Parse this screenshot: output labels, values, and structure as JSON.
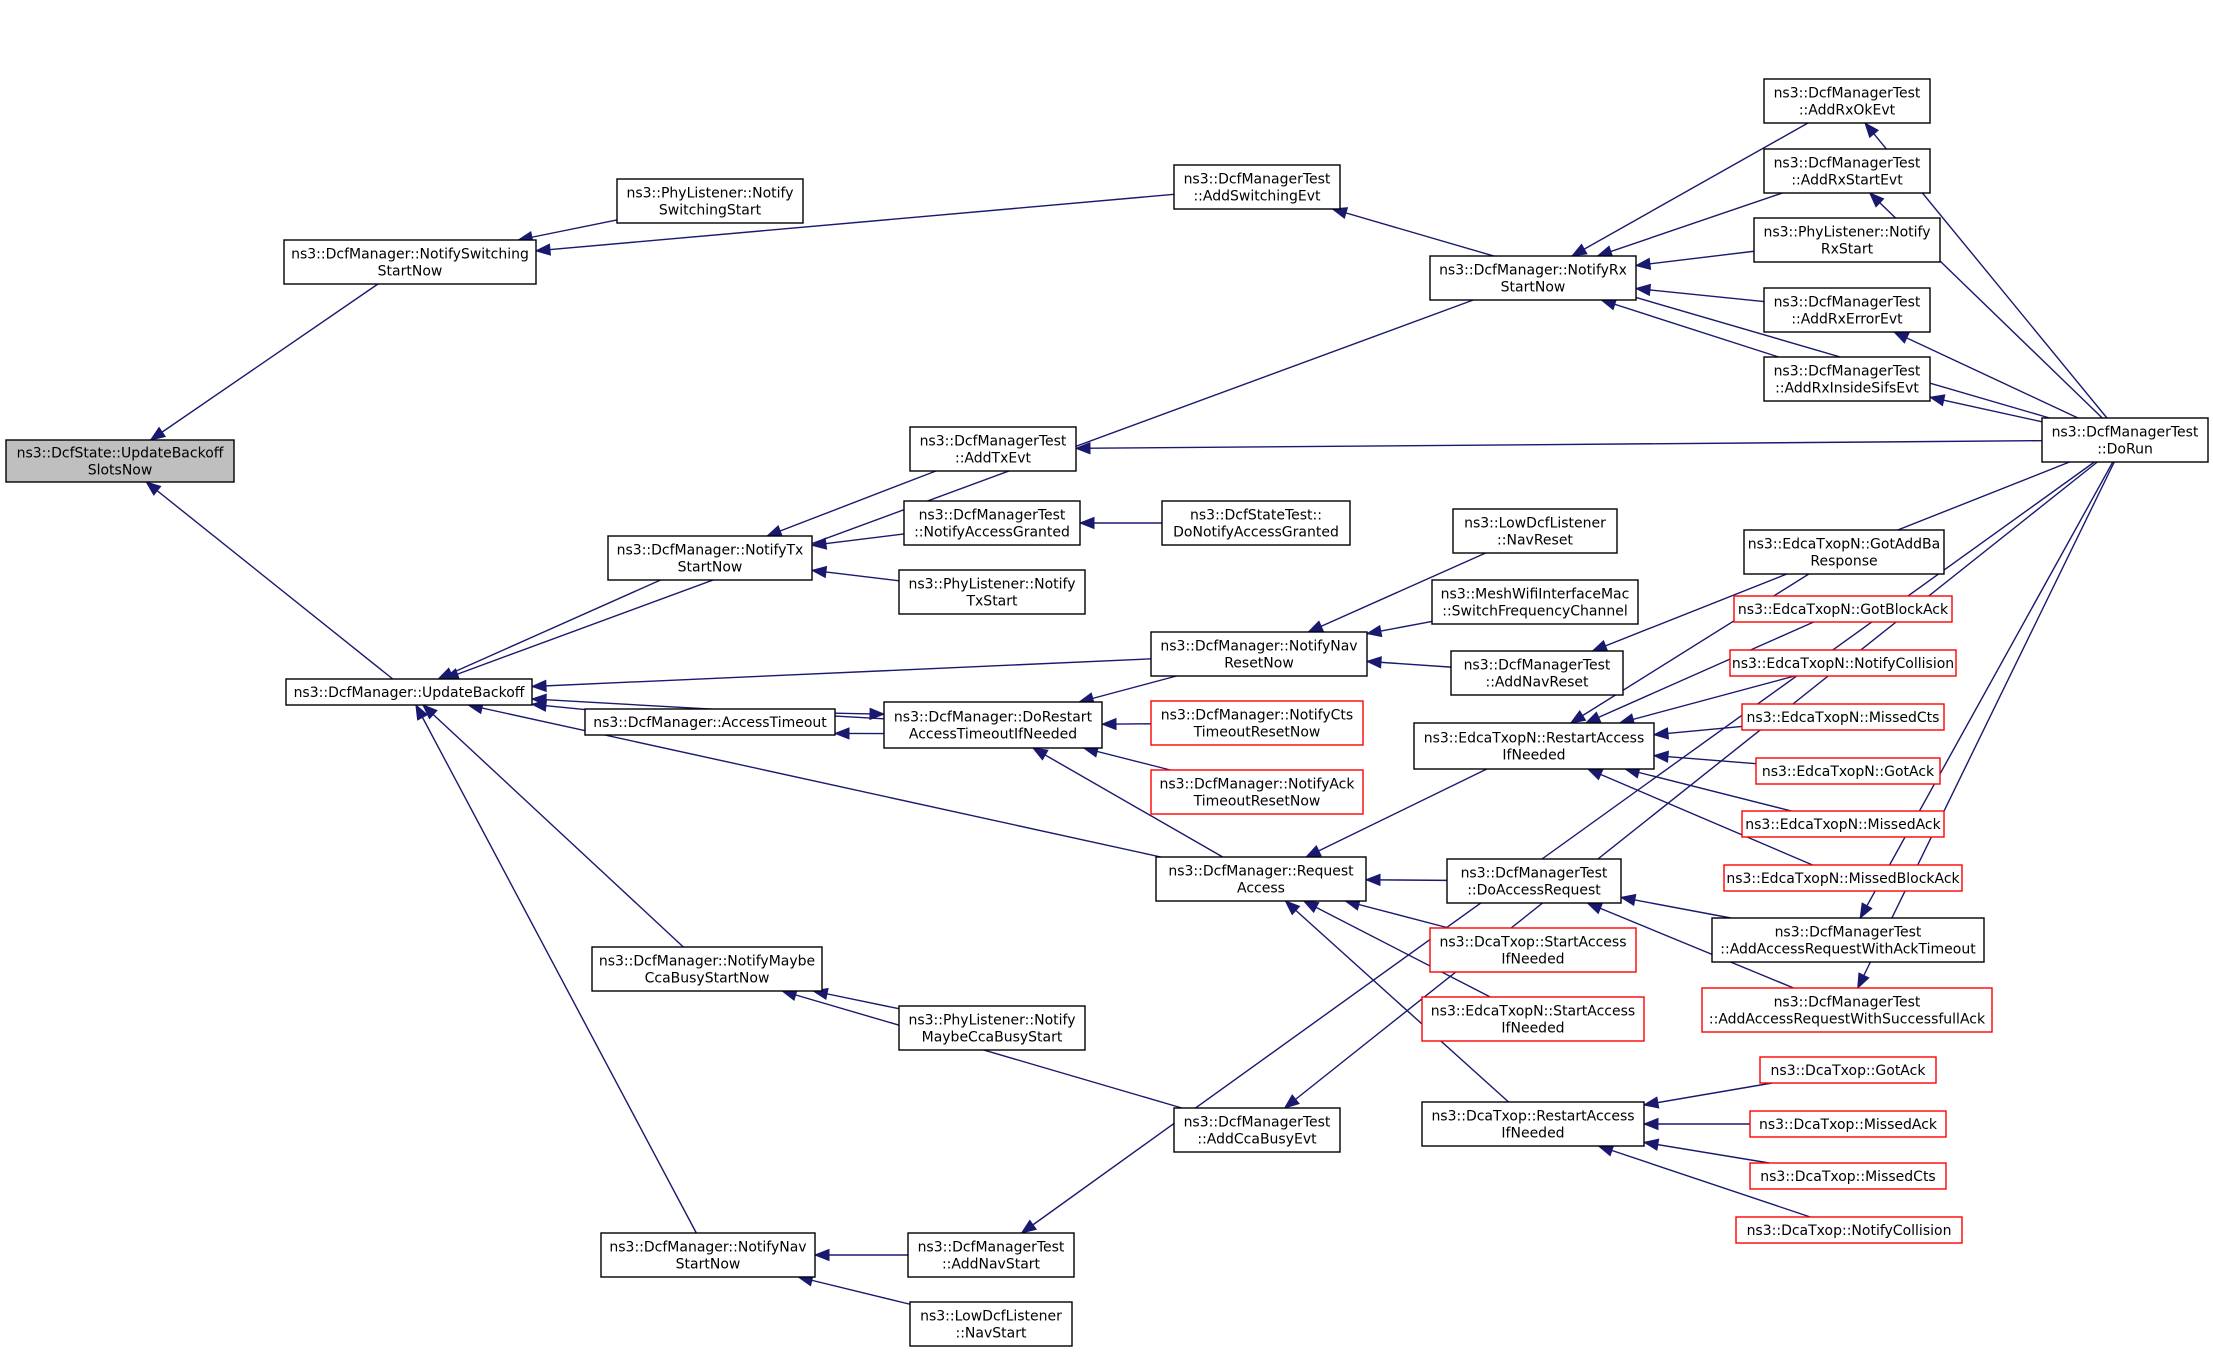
{
  "colors": {
    "edge": "#191970",
    "root_fill": "#bfbfbf",
    "normal_border": "#000000",
    "undocumented_border": "#ff0000"
  },
  "nodes": [
    {
      "id": "n0",
      "lines": [
        "ns3::DcfState::UpdateBackoff",
        "SlotsNow"
      ],
      "style": "root"
    },
    {
      "id": "n1",
      "lines": [
        "ns3::DcfManager::NotifySwitching",
        "StartNow"
      ],
      "style": "normal"
    },
    {
      "id": "n2",
      "lines": [
        "ns3::PhyListener::Notify",
        "SwitchingStart"
      ],
      "style": "normal"
    },
    {
      "id": "n3",
      "lines": [
        "ns3::DcfManagerTest",
        "::AddSwitchingEvt"
      ],
      "style": "normal"
    },
    {
      "id": "n4",
      "lines": [
        "ns3::DcfManager::UpdateBackoff"
      ],
      "style": "normal"
    },
    {
      "id": "n5",
      "lines": [
        "ns3::DcfManager::NotifyTx",
        "StartNow"
      ],
      "style": "normal"
    },
    {
      "id": "n6",
      "lines": [
        "ns3::DcfManagerTest",
        "::AddTxEvt"
      ],
      "style": "normal"
    },
    {
      "id": "n7",
      "lines": [
        "ns3::DcfManagerTest",
        "::NotifyAccessGranted"
      ],
      "style": "normal"
    },
    {
      "id": "n8",
      "lines": [
        "ns3::DcfStateTest::",
        "DoNotifyAccessGranted"
      ],
      "style": "normal"
    },
    {
      "id": "n9",
      "lines": [
        "ns3::PhyListener::Notify",
        "TxStart"
      ],
      "style": "normal"
    },
    {
      "id": "n10",
      "lines": [
        "ns3::DcfManager::AccessTimeout"
      ],
      "style": "normal"
    },
    {
      "id": "n11",
      "lines": [
        "ns3::DcfManager::DoRestart",
        "AccessTimeoutIfNeeded"
      ],
      "style": "normal"
    },
    {
      "id": "n12",
      "lines": [
        "ns3::DcfManager::NotifyCts",
        "TimeoutResetNow"
      ],
      "style": "red"
    },
    {
      "id": "n13",
      "lines": [
        "ns3::DcfManager::NotifyAck",
        "TimeoutResetNow"
      ],
      "style": "red"
    },
    {
      "id": "n14",
      "lines": [
        "ns3::DcfManager::NotifyNav",
        "ResetNow"
      ],
      "style": "normal"
    },
    {
      "id": "n15",
      "lines": [
        "ns3::LowDcfListener",
        "::NavReset"
      ],
      "style": "normal"
    },
    {
      "id": "n16",
      "lines": [
        "ns3::MeshWifiInterfaceMac",
        "::SwitchFrequencyChannel"
      ],
      "style": "normal"
    },
    {
      "id": "n17",
      "lines": [
        "ns3::DcfManagerTest",
        "::AddNavReset"
      ],
      "style": "normal"
    },
    {
      "id": "n18",
      "lines": [
        "ns3::DcfManager::NotifyRx",
        "StartNow"
      ],
      "style": "normal"
    },
    {
      "id": "n19",
      "lines": [
        "ns3::DcfManagerTest",
        "::AddRxOkEvt"
      ],
      "style": "normal"
    },
    {
      "id": "n20",
      "lines": [
        "ns3::DcfManagerTest",
        "::AddRxStartEvt"
      ],
      "style": "normal"
    },
    {
      "id": "n21",
      "lines": [
        "ns3::PhyListener::Notify",
        "RxStart"
      ],
      "style": "normal"
    },
    {
      "id": "n22",
      "lines": [
        "ns3::DcfManagerTest",
        "::AddRxErrorEvt"
      ],
      "style": "normal"
    },
    {
      "id": "n23",
      "lines": [
        "ns3::DcfManagerTest",
        "::AddRxInsideSifsEvt"
      ],
      "style": "normal"
    },
    {
      "id": "n24",
      "lines": [
        "ns3::DcfManagerTest",
        "::DoRun"
      ],
      "style": "normal"
    },
    {
      "id": "n25",
      "lines": [
        "ns3::DcfManager::Request",
        "Access"
      ],
      "style": "normal"
    },
    {
      "id": "n26",
      "lines": [
        "ns3::EdcaTxopN::RestartAccess",
        "IfNeeded"
      ],
      "style": "normal"
    },
    {
      "id": "n27",
      "lines": [
        "ns3::EdcaTxopN::GotAddBa",
        "Response"
      ],
      "style": "normal"
    },
    {
      "id": "n28",
      "lines": [
        "ns3::EdcaTxopN::GotBlockAck"
      ],
      "style": "red"
    },
    {
      "id": "n29",
      "lines": [
        "ns3::EdcaTxopN::NotifyCollision"
      ],
      "style": "red"
    },
    {
      "id": "n30",
      "lines": [
        "ns3::EdcaTxopN::MissedCts"
      ],
      "style": "red"
    },
    {
      "id": "n31",
      "lines": [
        "ns3::EdcaTxopN::GotAck"
      ],
      "style": "red"
    },
    {
      "id": "n32",
      "lines": [
        "ns3::EdcaTxopN::MissedAck"
      ],
      "style": "red"
    },
    {
      "id": "n33",
      "lines": [
        "ns3::EdcaTxopN::MissedBlockAck"
      ],
      "style": "red"
    },
    {
      "id": "n34",
      "lines": [
        "ns3::DcfManagerTest",
        "::DoAccessRequest"
      ],
      "style": "normal"
    },
    {
      "id": "n35",
      "lines": [
        "ns3::DcfManagerTest",
        "::AddAccessRequestWithAckTimeout"
      ],
      "style": "normal"
    },
    {
      "id": "n36",
      "lines": [
        "ns3::DcfManagerTest",
        "::AddAccessRequestWithSuccessfullAck"
      ],
      "style": "red"
    },
    {
      "id": "n37",
      "lines": [
        "ns3::DcaTxop::StartAccess",
        "IfNeeded"
      ],
      "style": "red"
    },
    {
      "id": "n38",
      "lines": [
        "ns3::EdcaTxopN::StartAccess",
        "IfNeeded"
      ],
      "style": "red"
    },
    {
      "id": "n39",
      "lines": [
        "ns3::DcaTxop::RestartAccess",
        "IfNeeded"
      ],
      "style": "normal"
    },
    {
      "id": "n40",
      "lines": [
        "ns3::DcaTxop::GotAck"
      ],
      "style": "red"
    },
    {
      "id": "n41",
      "lines": [
        "ns3::DcaTxop::MissedAck"
      ],
      "style": "red"
    },
    {
      "id": "n42",
      "lines": [
        "ns3::DcaTxop::MissedCts"
      ],
      "style": "red"
    },
    {
      "id": "n43",
      "lines": [
        "ns3::DcaTxop::NotifyCollision"
      ],
      "style": "red"
    },
    {
      "id": "n44",
      "lines": [
        "ns3::DcfManager::NotifyMaybe",
        "CcaBusyStartNow"
      ],
      "style": "normal"
    },
    {
      "id": "n45",
      "lines": [
        "ns3::PhyListener::Notify",
        "MaybeCcaBusyStart"
      ],
      "style": "normal"
    },
    {
      "id": "n46",
      "lines": [
        "ns3::DcfManagerTest",
        "::AddCcaBusyEvt"
      ],
      "style": "normal"
    },
    {
      "id": "n47",
      "lines": [
        "ns3::DcfManager::NotifyNav",
        "StartNow"
      ],
      "style": "normal"
    },
    {
      "id": "n48",
      "lines": [
        "ns3::DcfManagerTest",
        "::AddNavStart"
      ],
      "style": "normal"
    },
    {
      "id": "n49",
      "lines": [
        "ns3::LowDcfListener",
        "::NavStart"
      ],
      "style": "normal"
    }
  ],
  "edges": [
    {
      "from": "n1",
      "to": "n0"
    },
    {
      "from": "n4",
      "to": "n0"
    },
    {
      "from": "n2",
      "to": "n1"
    },
    {
      "from": "n3",
      "to": "n1"
    },
    {
      "from": "n24",
      "to": "n3"
    },
    {
      "from": "n5",
      "to": "n4"
    },
    {
      "from": "n10",
      "to": "n4"
    },
    {
      "from": "n11",
      "to": "n4"
    },
    {
      "from": "n14",
      "to": "n4"
    },
    {
      "from": "n18",
      "to": "n4"
    },
    {
      "from": "n25",
      "to": "n4"
    },
    {
      "from": "n44",
      "to": "n4"
    },
    {
      "from": "n47",
      "to": "n4"
    },
    {
      "from": "n6",
      "to": "n5"
    },
    {
      "from": "n7",
      "to": "n5"
    },
    {
      "from": "n9",
      "to": "n5"
    },
    {
      "from": "n24",
      "to": "n6"
    },
    {
      "from": "n8",
      "to": "n7"
    },
    {
      "from": "n11",
      "to": "n10"
    },
    {
      "from": "n10",
      "to": "n11"
    },
    {
      "from": "n12",
      "to": "n11"
    },
    {
      "from": "n13",
      "to": "n11"
    },
    {
      "from": "n14",
      "to": "n11"
    },
    {
      "from": "n25",
      "to": "n11"
    },
    {
      "from": "n15",
      "to": "n14"
    },
    {
      "from": "n16",
      "to": "n14"
    },
    {
      "from": "n17",
      "to": "n14"
    },
    {
      "from": "n24",
      "to": "n17"
    },
    {
      "from": "n19",
      "to": "n18"
    },
    {
      "from": "n20",
      "to": "n18"
    },
    {
      "from": "n21",
      "to": "n18"
    },
    {
      "from": "n22",
      "to": "n18"
    },
    {
      "from": "n23",
      "to": "n18"
    },
    {
      "from": "n24",
      "to": "n19"
    },
    {
      "from": "n24",
      "to": "n20"
    },
    {
      "from": "n24",
      "to": "n22"
    },
    {
      "from": "n24",
      "to": "n23"
    },
    {
      "from": "n26",
      "to": "n25"
    },
    {
      "from": "n34",
      "to": "n25"
    },
    {
      "from": "n37",
      "to": "n25"
    },
    {
      "from": "n38",
      "to": "n25"
    },
    {
      "from": "n39",
      "to": "n25"
    },
    {
      "from": "n27",
      "to": "n26"
    },
    {
      "from": "n28",
      "to": "n26"
    },
    {
      "from": "n29",
      "to": "n26"
    },
    {
      "from": "n30",
      "to": "n26"
    },
    {
      "from": "n31",
      "to": "n26"
    },
    {
      "from": "n32",
      "to": "n26"
    },
    {
      "from": "n33",
      "to": "n26"
    },
    {
      "from": "n35",
      "to": "n34"
    },
    {
      "from": "n36",
      "to": "n34"
    },
    {
      "from": "n24",
      "to": "n35"
    },
    {
      "from": "n24",
      "to": "n36"
    },
    {
      "from": "n40",
      "to": "n39"
    },
    {
      "from": "n41",
      "to": "n39"
    },
    {
      "from": "n42",
      "to": "n39"
    },
    {
      "from": "n43",
      "to": "n39"
    },
    {
      "from": "n45",
      "to": "n44"
    },
    {
      "from": "n46",
      "to": "n44"
    },
    {
      "from": "n24",
      "to": "n46"
    },
    {
      "from": "n48",
      "to": "n47"
    },
    {
      "from": "n49",
      "to": "n47"
    },
    {
      "from": "n24",
      "to": "n48"
    }
  ]
}
